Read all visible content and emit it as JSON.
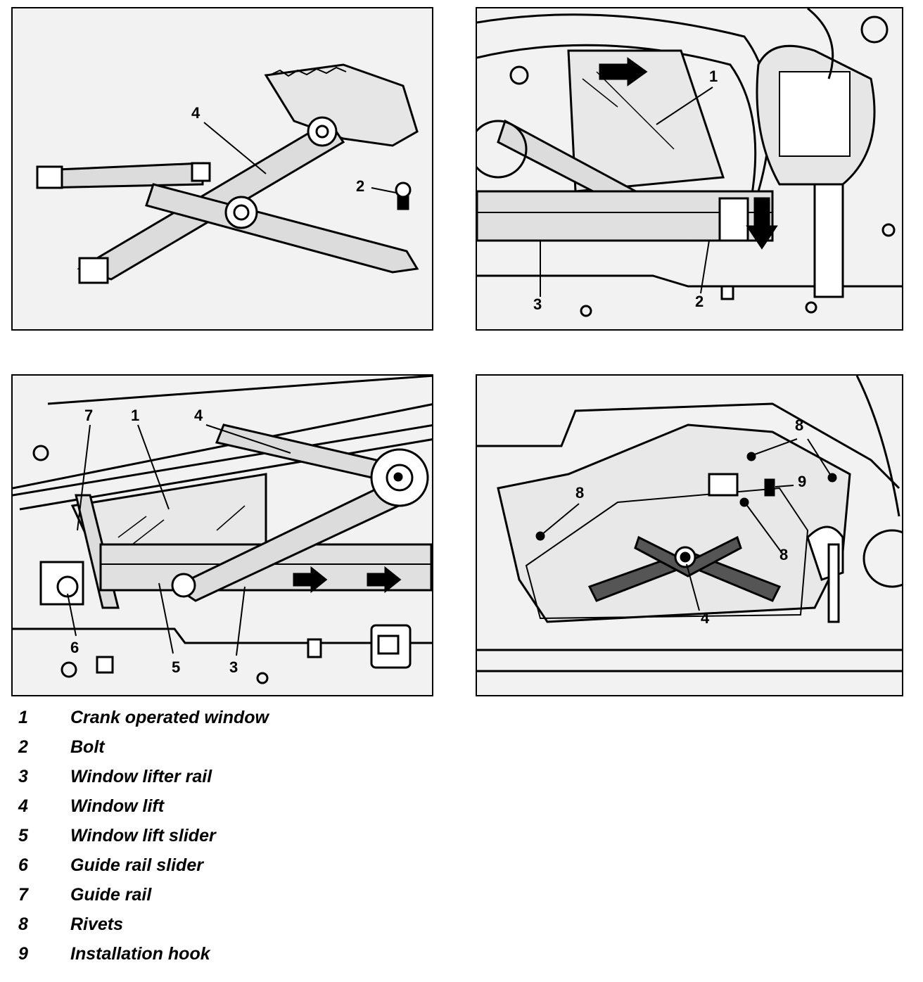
{
  "panels": {
    "top_left": {
      "callouts": [
        "4",
        "2"
      ]
    },
    "top_right": {
      "callouts": [
        "1",
        "3",
        "2"
      ]
    },
    "bottom_left": {
      "callouts": [
        "7",
        "1",
        "4",
        "6",
        "5",
        "3"
      ]
    },
    "bottom_right": {
      "callouts": [
        "8",
        "8",
        "9",
        "8",
        "4"
      ]
    }
  },
  "legend": [
    {
      "num": "1",
      "text": "Crank operated window"
    },
    {
      "num": "2",
      "text": "Bolt"
    },
    {
      "num": "3",
      "text": "Window lifter rail"
    },
    {
      "num": "4",
      "text": "Window lift"
    },
    {
      "num": "5",
      "text": "Window lift slider"
    },
    {
      "num": "6",
      "text": "Guide rail slider"
    },
    {
      "num": "7",
      "text": "Guide rail"
    },
    {
      "num": "8",
      "text": "Rivets"
    },
    {
      "num": "9",
      "text": "Installation hook"
    }
  ]
}
